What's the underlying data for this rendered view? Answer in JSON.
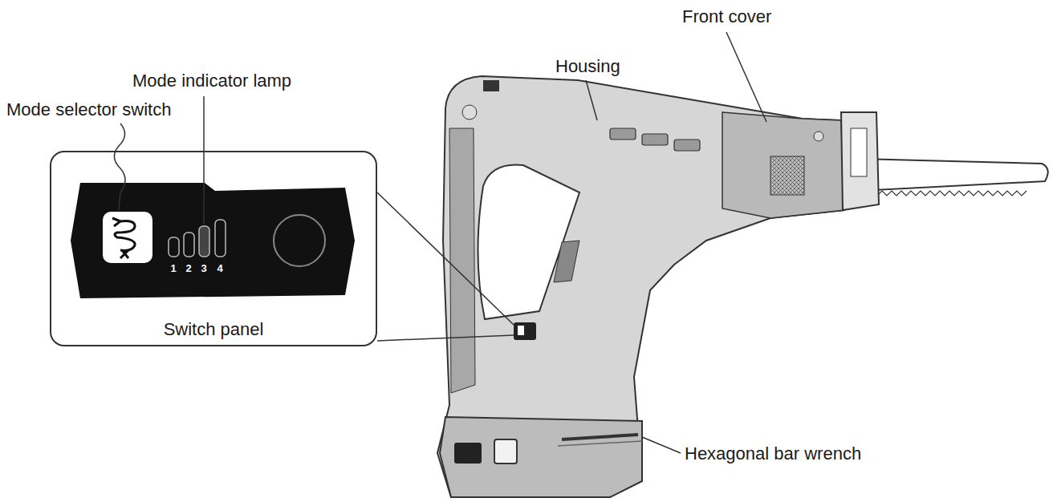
{
  "diagram": {
    "nodes": [
      {
        "text": [
          "Switch panel"
        ]
      }
    ],
    "labels": [
      "Mode indicator lamp",
      "Mode selector switch",
      "Housing",
      "Front cover",
      "1",
      "2",
      "3",
      "4",
      "Hexagonal bar wrench"
    ]
  }
}
